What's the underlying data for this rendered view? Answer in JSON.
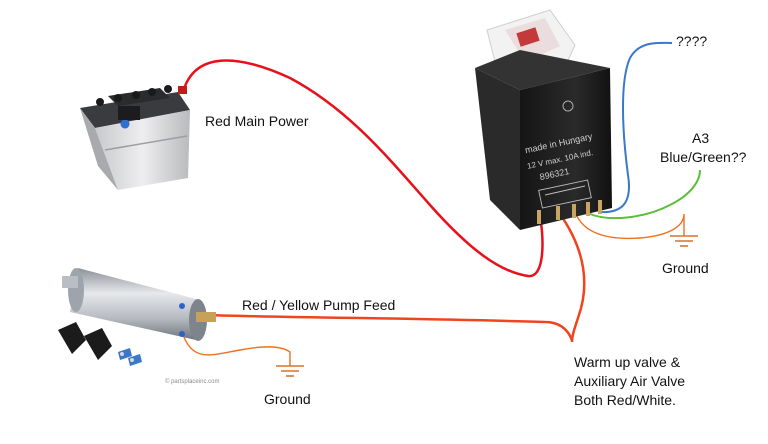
{
  "labels": {
    "red_main_power": "Red Main Power",
    "unknown_wire": "????",
    "a3_line1": "A3",
    "a3_line2": "Blue/Green??",
    "ground_relay": "Ground",
    "pump_feed": "Red / Yellow Pump Feed",
    "ground_pump": "Ground",
    "warm_up_line1": "Warm up valve &",
    "warm_up_line2": "Auxiliary Air Valve",
    "warm_up_line3": "Both Red/White."
  },
  "relay": {
    "made_in": "made in Hungary",
    "rating": "12 V max. 10A ind.",
    "part_number": "896321"
  },
  "watermark": "© partsplaceinc.com",
  "colors": {
    "red_wire": "#e8101a",
    "orange_wire": "#f0701e",
    "blue_wire": "#3a78c8",
    "green_wire": "#5bbf3a",
    "relay_body": "#1e1e1e",
    "battery_body": "#d9dadd"
  },
  "icons": [
    "battery-icon",
    "relay-icon",
    "fuel-pump-icon",
    "ground-symbol-icon"
  ]
}
